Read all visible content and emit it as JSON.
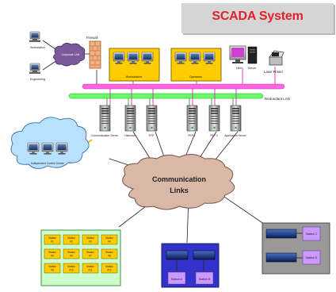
{
  "title": "SCADA System",
  "nodes": {
    "workstation_1": "Workstation",
    "engineering": "Engineering",
    "corporate_lan": "Corporate LAN",
    "firewall": "Firewall",
    "workstation_group": "Workstations",
    "operator_group": "Operators",
    "hmi": "HMI",
    "server": "Server",
    "laser_printer": "Laser Printer",
    "redundant_lan": "Redundant LAN",
    "communication_server": "Communication Server",
    "historian": "Historian",
    "rtp": "RTP",
    "fep_1": "FEP 1",
    "fep_2": "FEP 2",
    "application_server": "Application Server",
    "independent_control_centre": "Independent Control Centre",
    "communication_links": "Communication Links"
  },
  "station_grid": [
    [
      "Station #1",
      "Station #2",
      "Station #3",
      "Station #4"
    ],
    [
      "Station #5",
      "Station #6",
      "Station #7",
      "Station #8"
    ],
    [
      "Station #9",
      "Station #10",
      "Station #11",
      "Station #12"
    ]
  ],
  "blue_group": {
    "station_a": "Station A",
    "station_b": "Station B"
  },
  "grey_group": {
    "station_c": "Station C",
    "station_d": "Station D"
  },
  "colors": {
    "title_red": "#e0222b",
    "bus_pink": "#ff66e0",
    "bus_green": "#66ff66",
    "ws_yellow": "#ffcc00",
    "cloud_blue": "#b8e0ff",
    "cloud_tan": "#d9b8a8",
    "grid_green": "#ccffcc",
    "blue_box": "#3333cc",
    "grey_box": "#999999",
    "station_violet": "#cc99ff"
  }
}
